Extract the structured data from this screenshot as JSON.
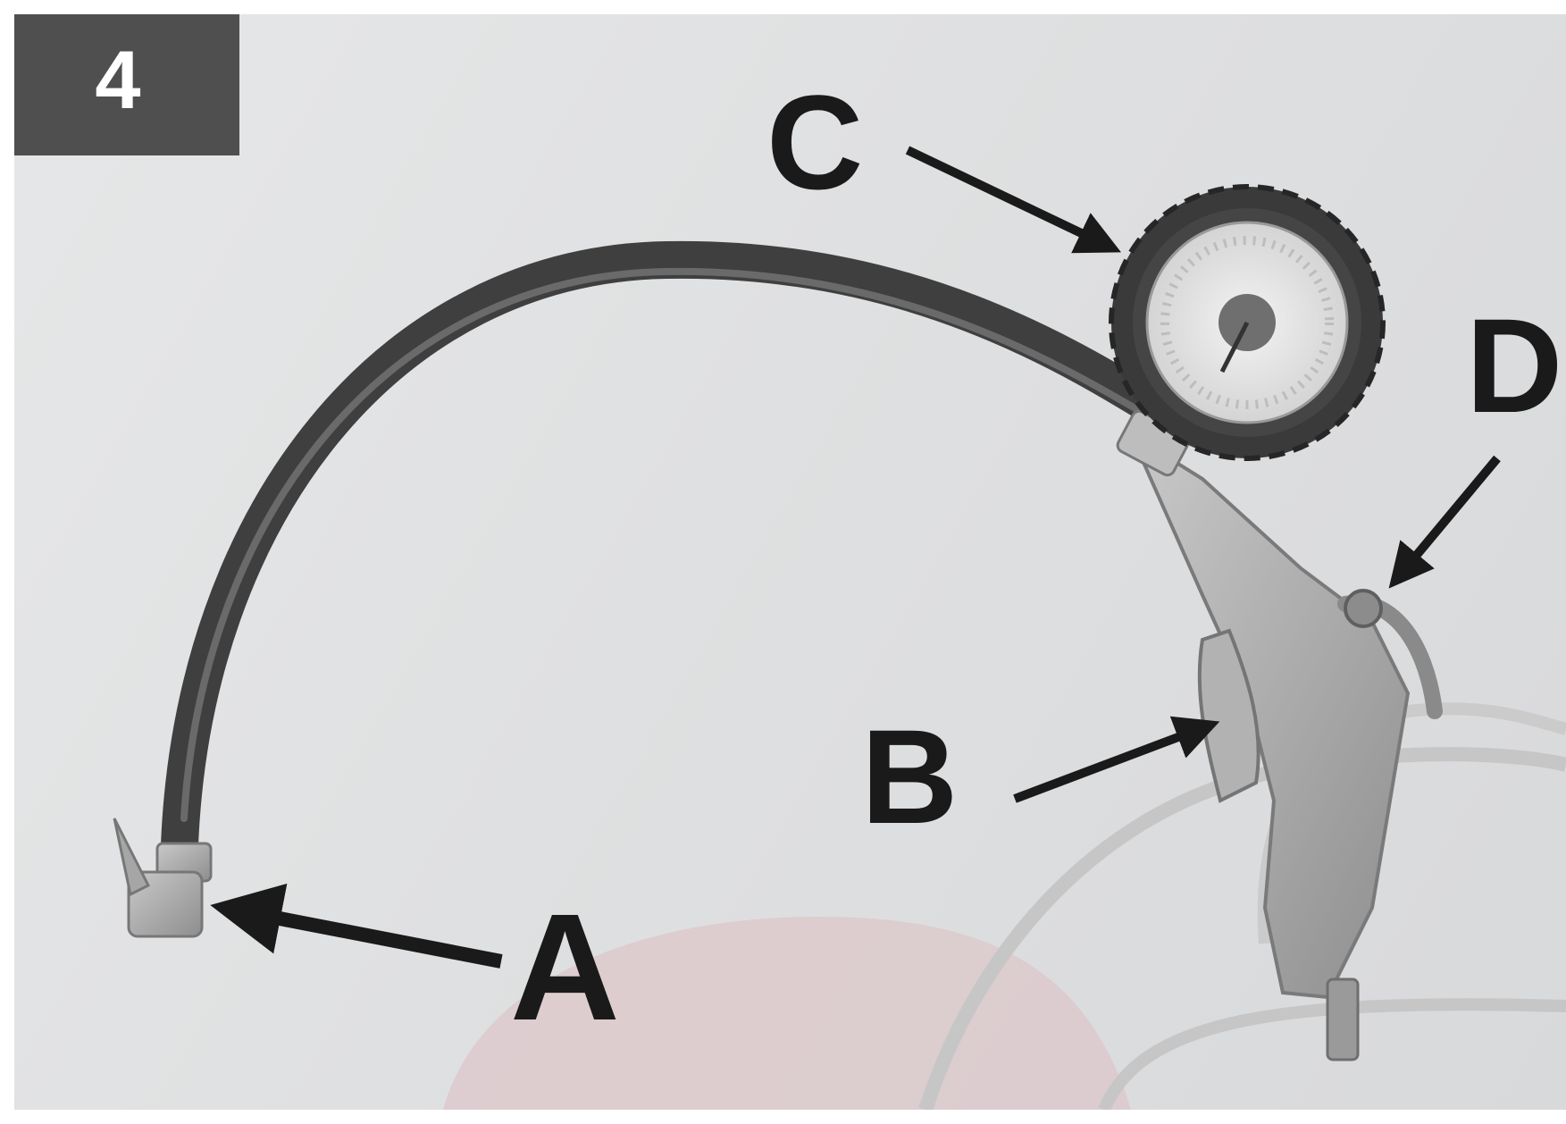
{
  "figure": {
    "step_number": "4",
    "callouts": {
      "a": "A",
      "b": "B",
      "c": "C",
      "d": "D"
    },
    "colors": {
      "badge": "#4f4f4f",
      "hose": "#4a4a4a",
      "metal": "#a9a9a9",
      "arrow": "#1a1a1a",
      "watermark": "#d9c4c6"
    }
  }
}
